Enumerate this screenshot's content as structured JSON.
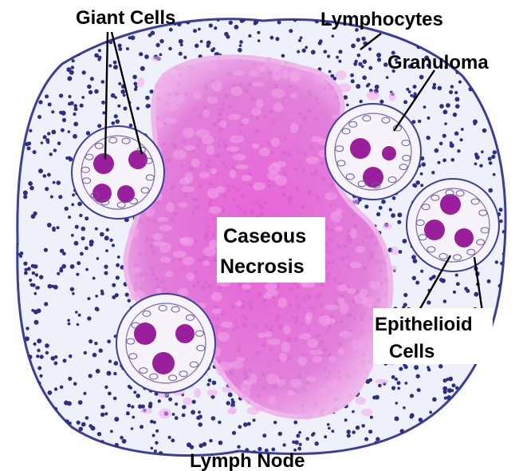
{
  "labels": {
    "giant_cells": "Giant Cells",
    "lymphocytes": "Lymphocytes",
    "granuloma": "Granuloma",
    "caseous": "Caseous",
    "necrosis": "Necrosis",
    "epithelioid": "Epithelioid",
    "cells": "Cells",
    "lymph_node": "Lymph Node"
  },
  "colors": {
    "node_fill": "#eef0fa",
    "capsule": "#3c3f9a",
    "lymphocyte_dot": "#2b2f86",
    "necrosis_core": "#e04cd0",
    "necrosis_edge": "#f3b8ec",
    "giant_cell": "#9a1f9c",
    "granuloma_fill": "#f7f3fa"
  }
}
